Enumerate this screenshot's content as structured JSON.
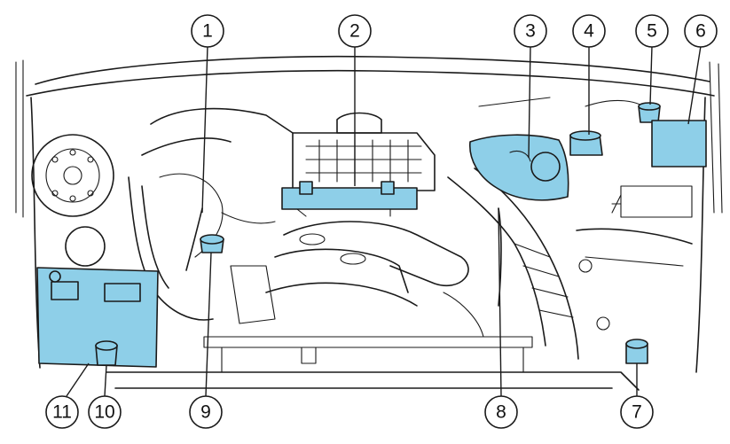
{
  "highlight_color": "#8ecfe8",
  "callouts": [
    {
      "label": "1"
    },
    {
      "label": "2"
    },
    {
      "label": "3"
    },
    {
      "label": "4"
    },
    {
      "label": "5"
    },
    {
      "label": "6"
    },
    {
      "label": "7"
    },
    {
      "label": "8"
    },
    {
      "label": "9"
    },
    {
      "label": "10"
    },
    {
      "label": "11"
    }
  ]
}
